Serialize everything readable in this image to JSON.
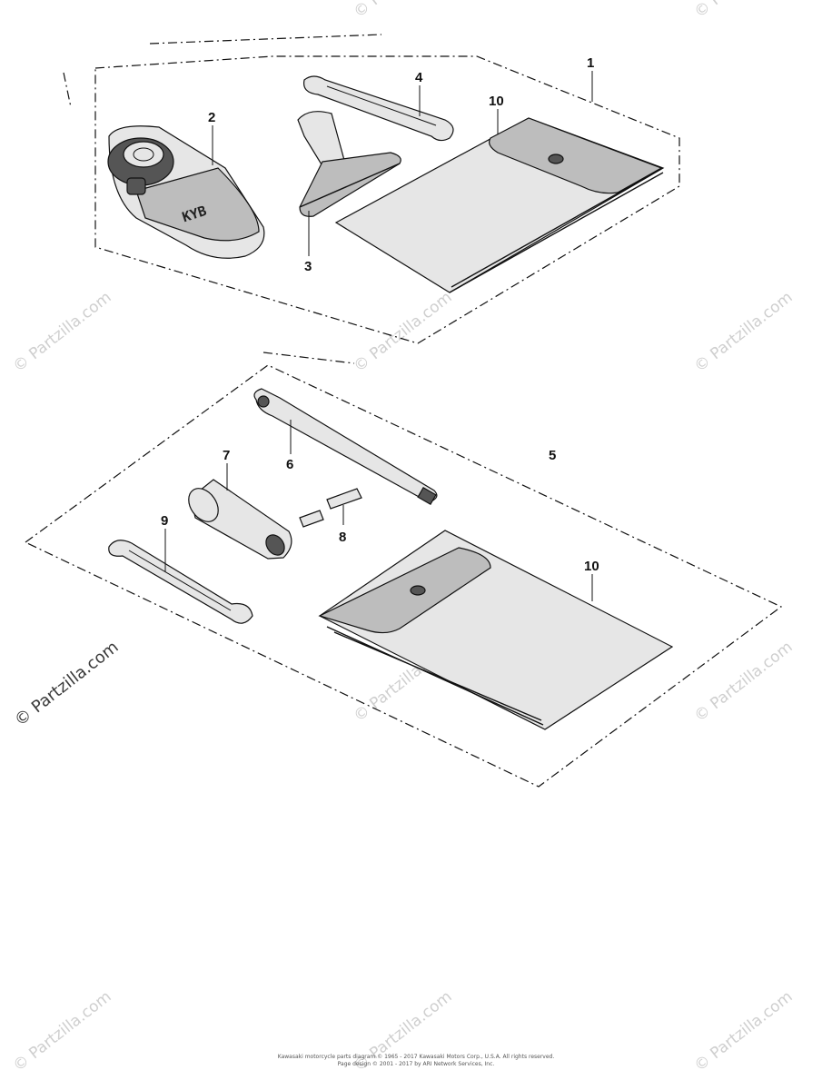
{
  "callouts": {
    "c1": "1",
    "c2": "2",
    "c3": "3",
    "c4": "4",
    "c5": "5",
    "c6": "6",
    "c7": "7",
    "c8": "8",
    "c9": "9",
    "c10_top": "10",
    "c10_bottom": "10"
  },
  "pouch_logo_text": "KYB",
  "watermark": "© Partzilla.com",
  "footer": {
    "line1": "Kawasaki motorcycle parts diagram © 1965 - 2017 Kawasaki Motors Corp., U.S.A. All rights reserved.",
    "line2": "Page design © 2001 - 2017 by ARI Network Services, Inc."
  }
}
